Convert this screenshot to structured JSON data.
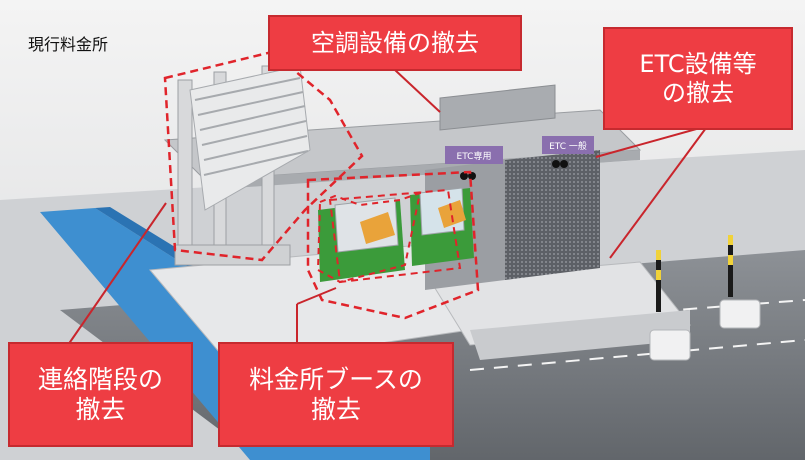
{
  "scene_label": "現行料金所",
  "callouts": {
    "aircon": {
      "text": "空調設備の撤去"
    },
    "etc": {
      "line1": "ETC設備等",
      "line2": "の撤去"
    },
    "stairs": {
      "line1": "連絡階段の",
      "line2": "撤去"
    },
    "booth": {
      "line1": "料金所ブースの",
      "line2": "撤去"
    }
  },
  "signs": {
    "etc_only": "ETC専用",
    "etc_general": "ETC 一般"
  },
  "colors": {
    "callout_fill": "#ee3d43",
    "callout_border": "#c62a2f",
    "callout_text": "#ffffff",
    "leader_line": "#c9252c",
    "lane_blue": "#3e8fd0",
    "booth_green": "#3b9b3a",
    "road_gray": "#7d8187"
  }
}
